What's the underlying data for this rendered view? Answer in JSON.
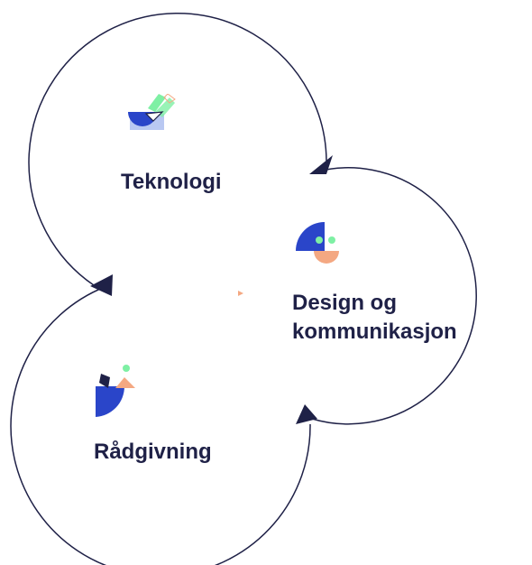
{
  "diagram": {
    "nodes": [
      {
        "id": "teknologi",
        "label": "Teknologi",
        "icon": "technology-icon"
      },
      {
        "id": "design",
        "label_line1": "Design og",
        "label_line2": "kommunikasjon",
        "icon": "design-icon"
      },
      {
        "id": "radgivning",
        "label": "Rådgivning",
        "icon": "consulting-icon"
      }
    ],
    "edges": [
      {
        "from": "teknologi",
        "to": "design"
      },
      {
        "from": "design",
        "to": "radgivning"
      },
      {
        "from": "radgivning",
        "to": "teknologi"
      }
    ]
  },
  "colors": {
    "ink": "#1f2147",
    "blue": "#2a45c9",
    "green": "#7ef0a4",
    "peach": "#f4a882",
    "light_blue": "#b9c8f2"
  }
}
